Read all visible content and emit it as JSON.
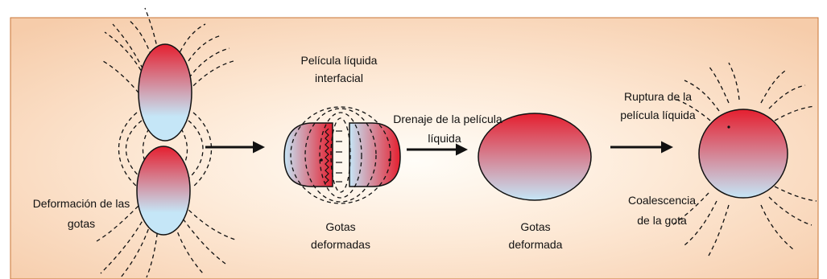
{
  "colors": {
    "background_center": "#fffdf8",
    "background_edge": "#f6ccaa",
    "frame": "#c97535",
    "drop_top": "#e51f2f",
    "drop_bottom": "#c5e6f7",
    "outline": "#111111"
  },
  "labels": {
    "film_title_line1": "Película líquida",
    "film_title_line2": "interfacial",
    "drainage_line1": "Drenaje de la película",
    "drainage_line2": "líquida",
    "rupture_line1": "Ruptura de la",
    "rupture_line2": "película líquida",
    "deformation_line1": "Deformación de las",
    "deformation_line2": "gotas",
    "deformed_drops_line1": "Gotas",
    "deformed_drops_line2": "deformadas",
    "deformed_drop_line1": "Gotas",
    "deformed_drop_line2": "deformada",
    "coalescence_line1": "Coalescencia",
    "coalescence_line2": "de la gota"
  }
}
